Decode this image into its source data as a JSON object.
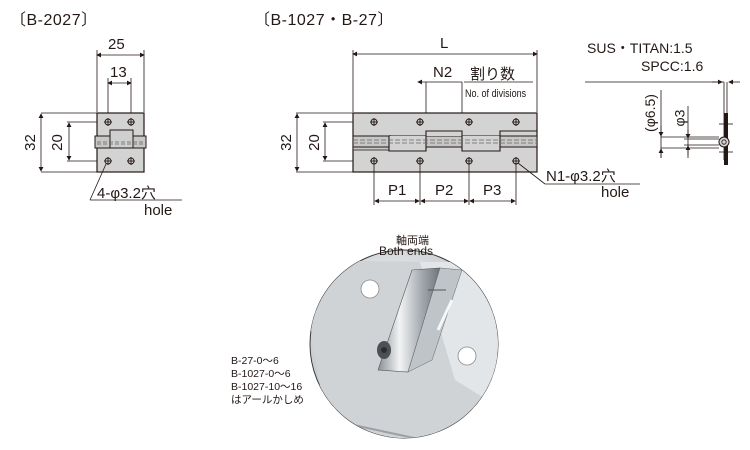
{
  "drawings": {
    "b2027": {
      "title": "〔B-2027〕",
      "dim_width": "25",
      "dim_pitch": "13",
      "dim_height": "32",
      "dim_hole_span": "20",
      "hole_label": "4-φ3.2穴",
      "hole_label_en": "hole"
    },
    "b1027": {
      "title": "〔B-1027・B-27〕",
      "dim_length": "L",
      "dim_n2": "N2",
      "divisions_jp": "割り数",
      "divisions_en": "No. of divisions",
      "dim_height": "32",
      "dim_hole_span": "20",
      "pitches": [
        "P1",
        "P2",
        "P3"
      ],
      "hole_label": "N1-φ3.2穴",
      "hole_label_en": "hole"
    },
    "side": {
      "thickness_sus": "SUS・TITAN:1.5",
      "thickness_spcc": "SPCC:1.6",
      "dim_outer": "(φ6.5)",
      "dim_pin": "φ3"
    }
  },
  "photo": {
    "caption_jp": "軸両端",
    "caption_en": "Both ends",
    "note": "B-27-0～6\nB-1027-0～6\nB-1027-10～16\nはアールかしめ"
  },
  "colors": {
    "line": "#231815",
    "plate": "#d3d3d3",
    "knuckle": "#c0c0c0",
    "photo_bg": "#e8eaec"
  }
}
